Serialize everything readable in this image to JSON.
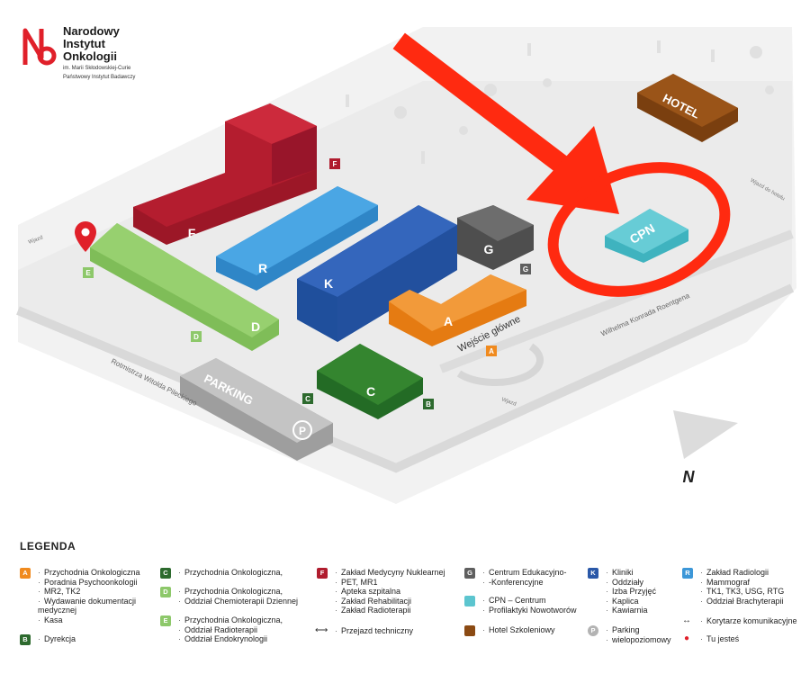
{
  "logo": {
    "name_line1": "Narodowy",
    "name_line2": "Instytut",
    "name_line3": "Onkologii",
    "sub_line1": "im. Marii Skłodowskiej-Curie",
    "sub_line2": "Państwowy Instytut Badawczy",
    "brand_color": "#e0202a"
  },
  "map": {
    "buildings": {
      "F": "F",
      "R": "R",
      "K": "K",
      "G": "G",
      "A": "A",
      "C": "C",
      "D": "D",
      "HOTEL": "HOTEL",
      "CPN": "CPN",
      "PARKING": "PARKING",
      "P": "P"
    },
    "entrance_badges": {
      "F": "F",
      "E": "E",
      "D": "D",
      "C": "C",
      "B": "B",
      "G": "G",
      "A": "A"
    },
    "streets": {
      "rotmistrza": "Rotmistrza Witolda Pileckiego",
      "roentgena": "Wilhelma Konrada Roentgena"
    },
    "labels": {
      "main_entrance": "Wejście główne",
      "wjazd": "Wjazd",
      "wjazd_hotel": "Wjazd do hotelu",
      "north": "N"
    }
  },
  "legend": {
    "title": "LEGENDA",
    "colors": {
      "A": "#f08a1e",
      "B": "#2d6a2e",
      "C": "#2d6a2e",
      "D": "#8dc86a",
      "E": "#8dc86a",
      "F": "#b01c2e",
      "G": "#5f5f5f",
      "CPN": "#5cc5cf",
      "HOTEL": "#8b4a13",
      "P": "#b3b3b3",
      "K": "#2a58a8",
      "R": "#3c97d8",
      "pin": "#e0202a"
    },
    "A": {
      "badge": "A",
      "lines": [
        "Przychodnia Onkologiczna",
        "Poradnia Psychoonkologii",
        "MR2, TK2",
        "Wydawanie dokumentacji medycznej",
        "Kasa"
      ]
    },
    "B": {
      "badge": "B",
      "lines": [
        "Dyrekcja"
      ]
    },
    "C": {
      "badge": "C",
      "lines": [
        "Przychodnia Onkologiczna,"
      ]
    },
    "D": {
      "badge": "D",
      "lines": [
        "Przychodnia Onkologiczna,",
        "Oddział Chemioterapii Dziennej"
      ]
    },
    "E": {
      "badge": "E",
      "lines": [
        "Przychodnia Onkologiczna,",
        "Oddział Radioterapii",
        "Oddział Endokrynologii"
      ]
    },
    "F": {
      "badge": "F",
      "lines": [
        "Zakład Medycyny Nuklearnej",
        "PET, MR1",
        "Apteka szpitalna",
        "Zakład Rehabilitacji",
        "Zakład Radioterapii"
      ]
    },
    "tech": {
      "lines": [
        "Przejazd techniczny"
      ]
    },
    "G": {
      "badge": "G",
      "lines": [
        "Centrum Edukacyjno-",
        "-Konferencyjne"
      ]
    },
    "CPN": {
      "lines": [
        "CPN – Centrum",
        "Profilaktyki Nowotworów"
      ]
    },
    "HOTEL": {
      "lines": [
        "Hotel Szkoleniowy"
      ]
    },
    "K": {
      "badge": "K",
      "lines": [
        "Kliniki",
        "Oddziały",
        "Izba Przyjęć",
        "Kaplica",
        "Kawiarnia"
      ]
    },
    "P": {
      "badge": "P",
      "lines": [
        "Parking",
        "wielopoziomowy"
      ]
    },
    "R": {
      "badge": "R",
      "lines": [
        "Zakład Radiologii",
        "Mammograf",
        "TK1, TK3, USG, RTG",
        "Oddział Brachyterapii"
      ]
    },
    "corridor": {
      "lines": [
        "Korytarze komunikacyjne"
      ]
    },
    "pin": {
      "lines": [
        "Tu jesteś"
      ]
    }
  }
}
